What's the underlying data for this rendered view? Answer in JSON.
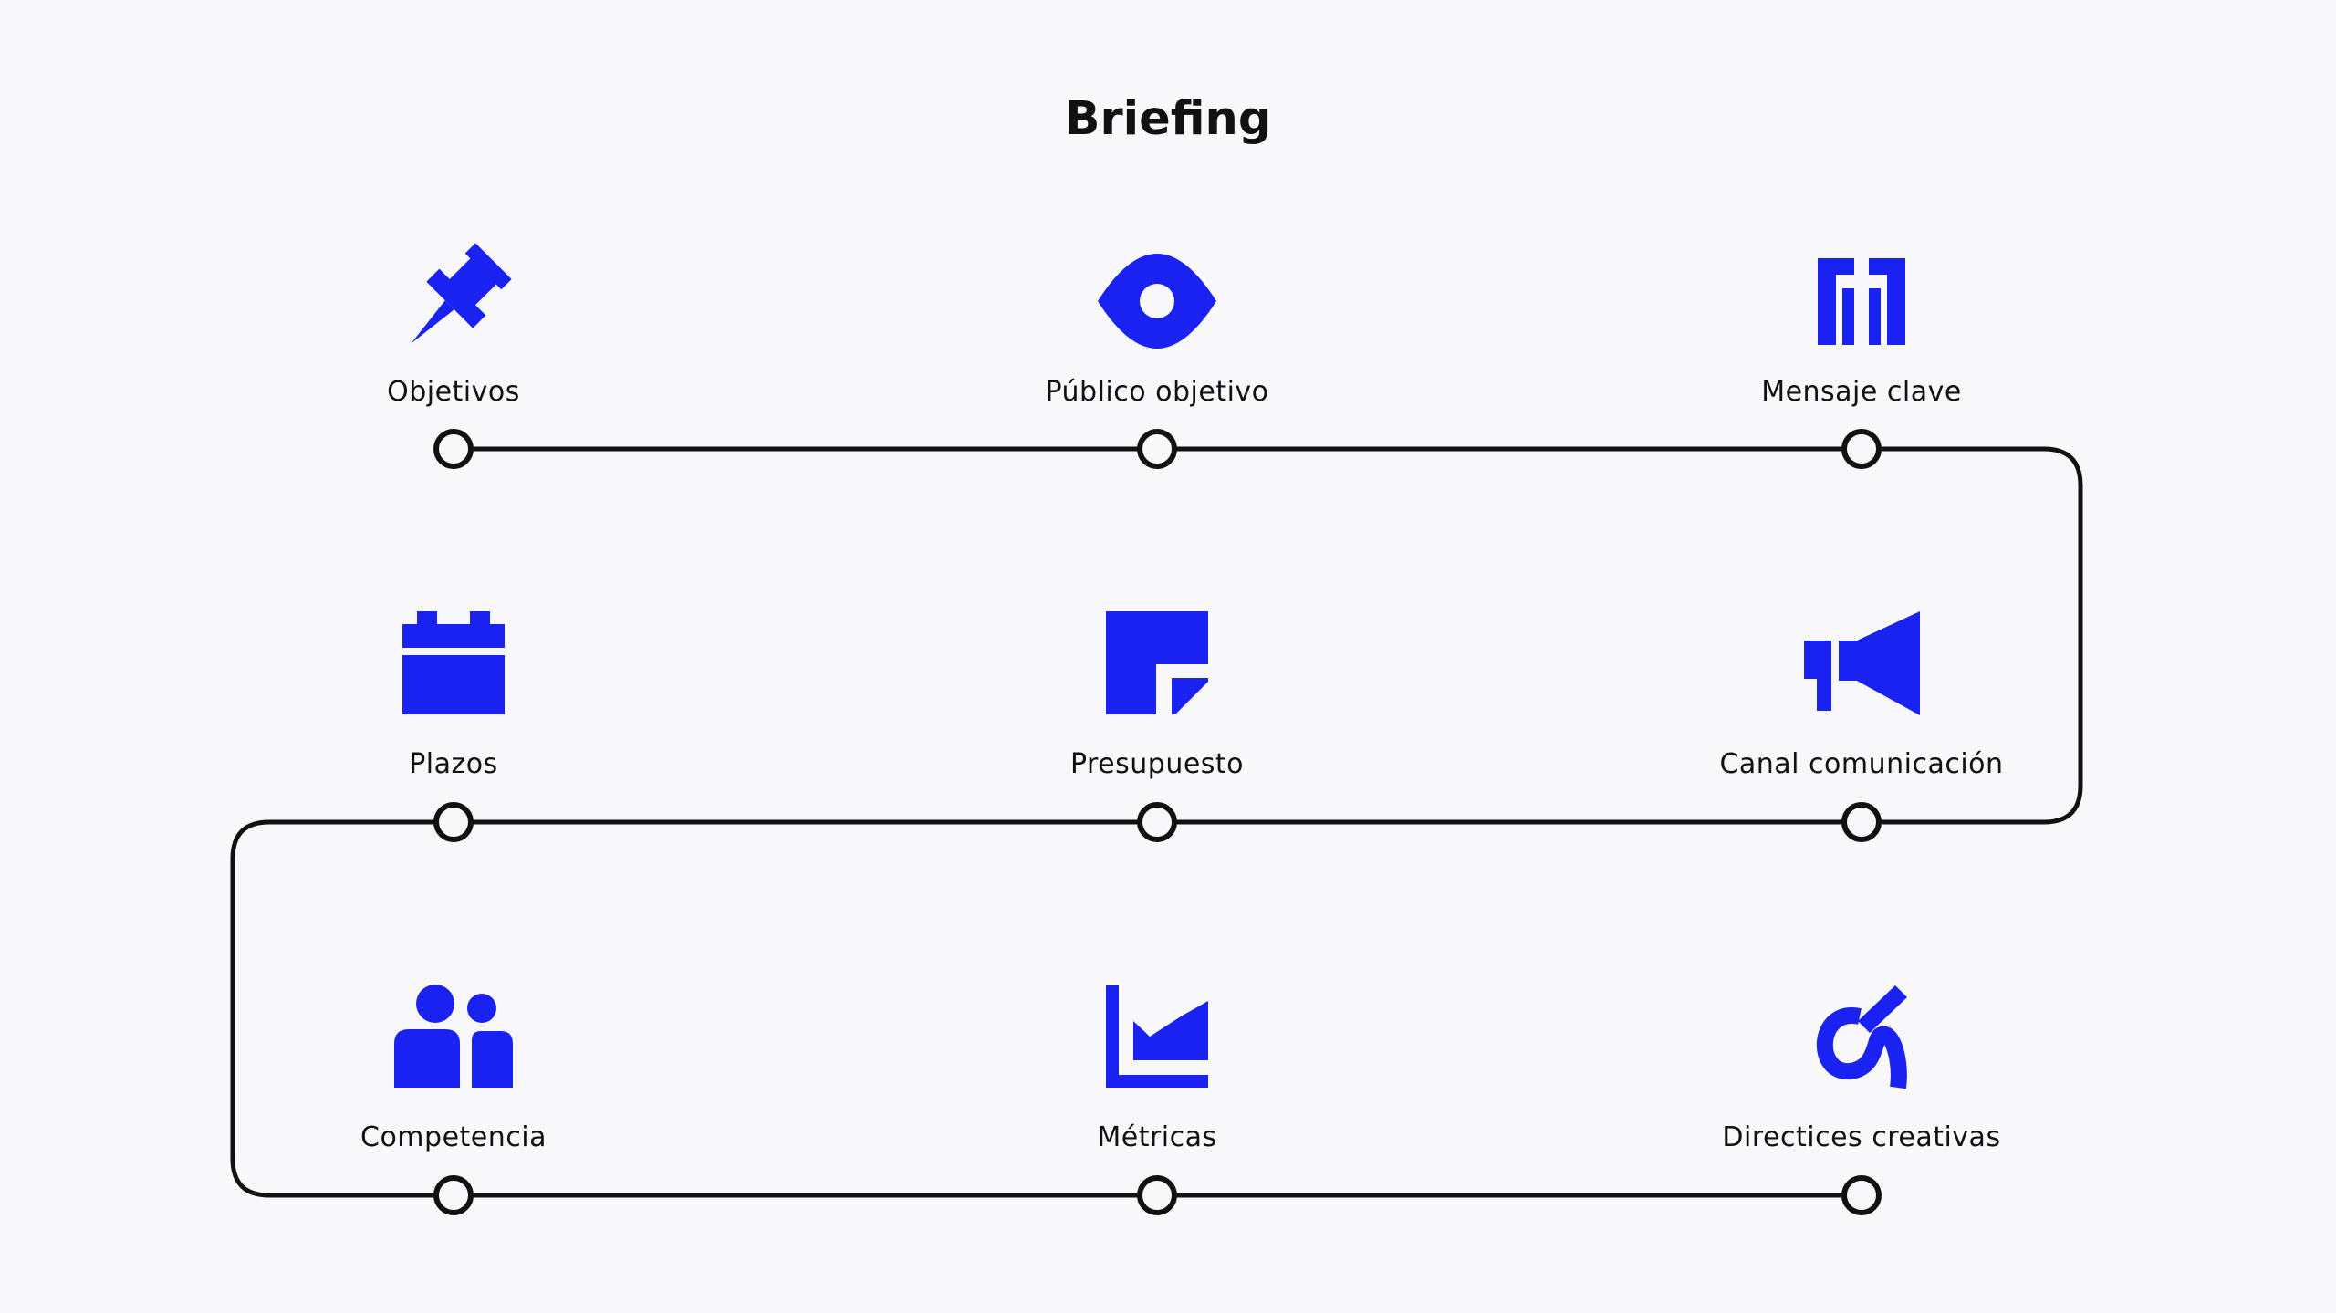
{
  "title": "Briefing",
  "colors": {
    "accent": "#1a22f2",
    "line": "#111111",
    "background": "#f8f8fa"
  },
  "steps": [
    {
      "label": "Objetivos",
      "icon": "pushpin-icon"
    },
    {
      "label": "Público objetivo",
      "icon": "eye-icon"
    },
    {
      "label": "Mensaje clave",
      "icon": "quote-icon"
    },
    {
      "label": "Plazos",
      "icon": "calendar-icon"
    },
    {
      "label": "Presupuesto",
      "icon": "note-icon"
    },
    {
      "label": "Canal comunicación",
      "icon": "megaphone-icon"
    },
    {
      "label": "Competencia",
      "icon": "people-icon"
    },
    {
      "label": "Métricas",
      "icon": "area-chart-icon"
    },
    {
      "label": "Directices creativas",
      "icon": "brush-icon"
    }
  ]
}
